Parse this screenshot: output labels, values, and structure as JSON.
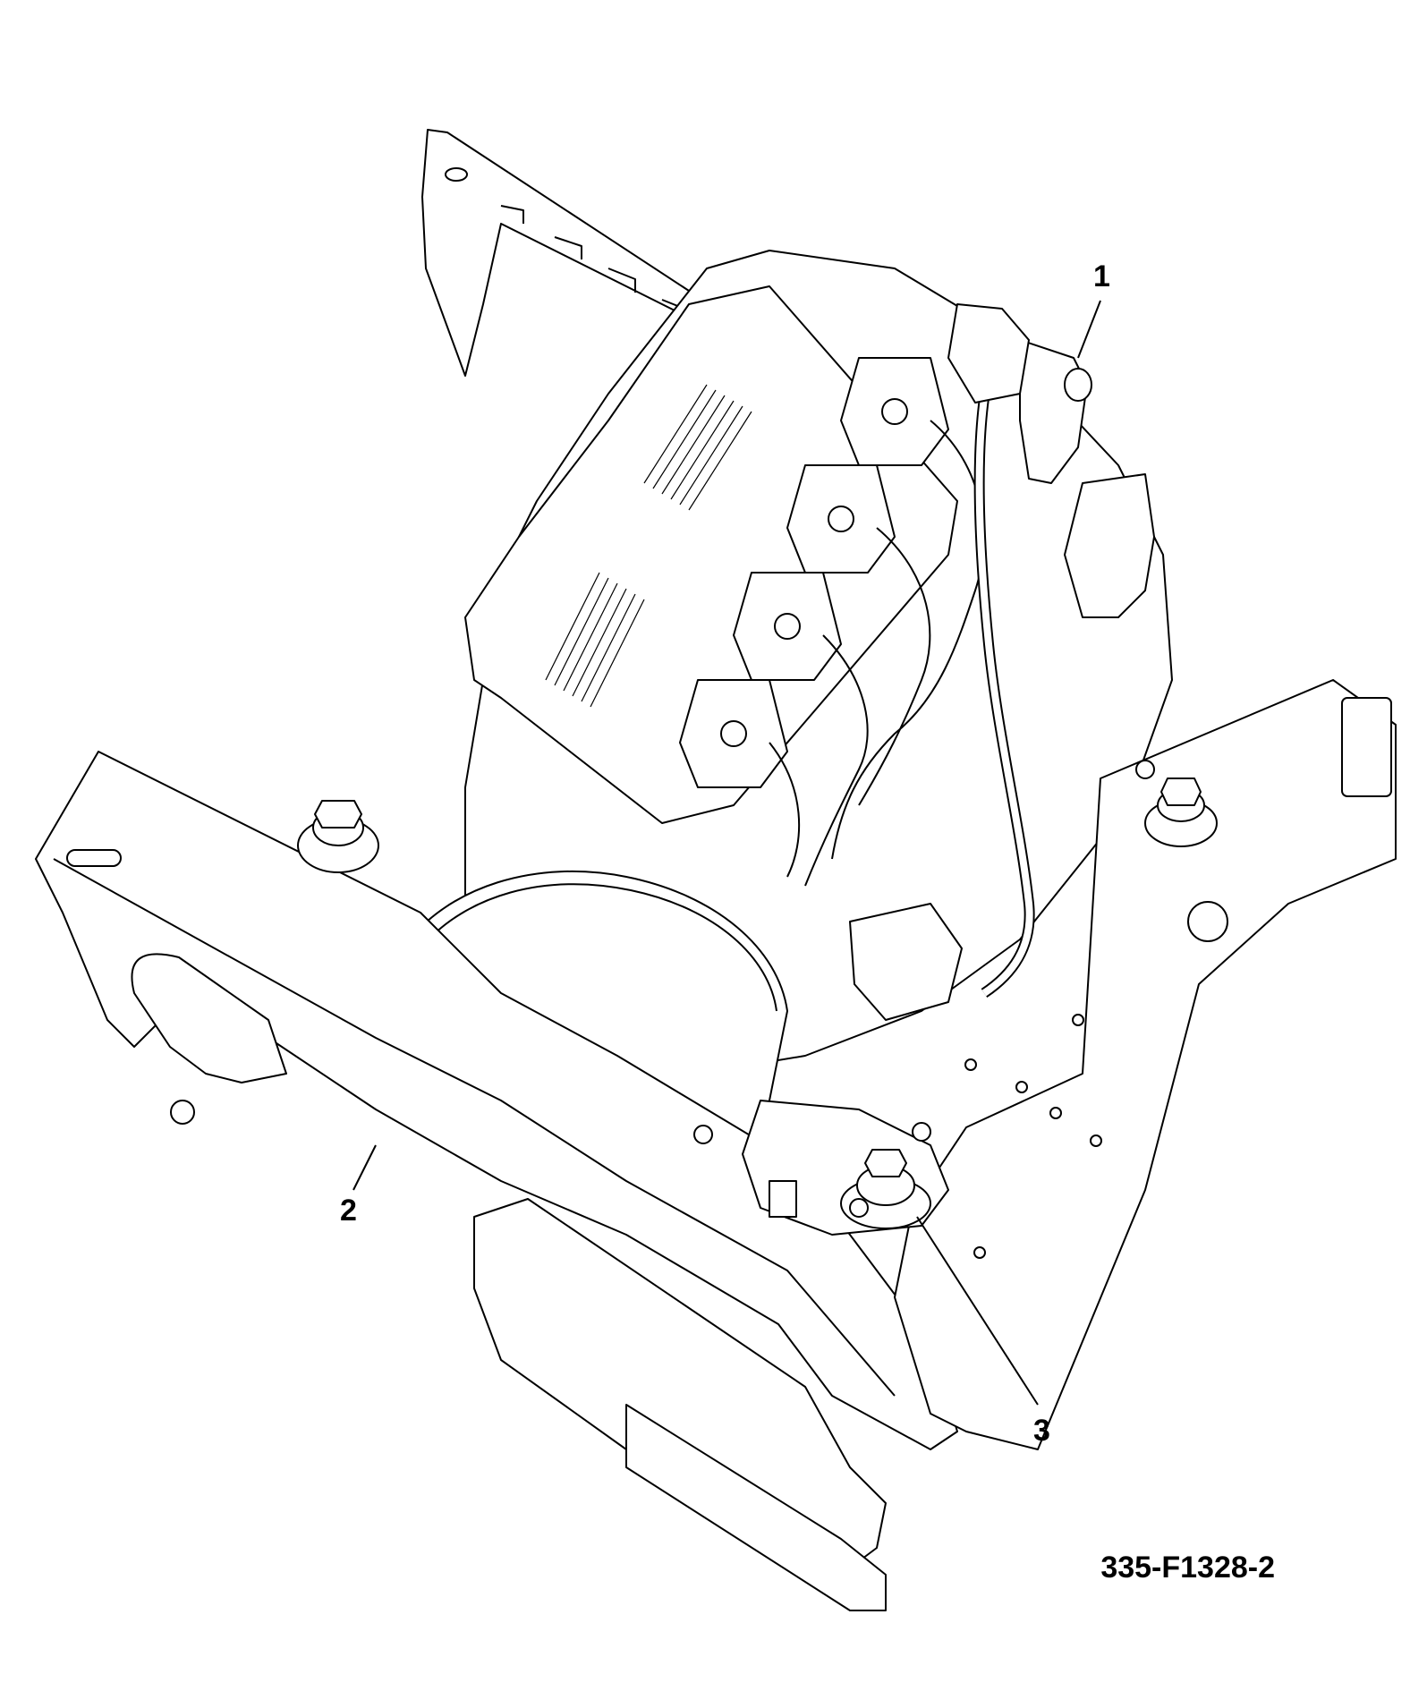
{
  "diagram": {
    "callouts": [
      {
        "id": "callout-1",
        "label": "1"
      },
      {
        "id": "callout-2",
        "label": "2"
      },
      {
        "id": "callout-3",
        "label": "3"
      }
    ],
    "figure_id": "335-F1328-2"
  }
}
